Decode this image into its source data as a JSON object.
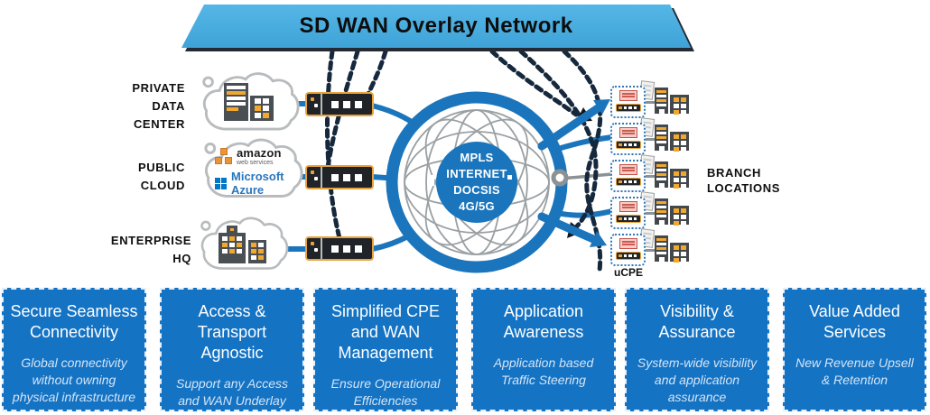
{
  "banner": {
    "title": "SD WAN Overlay Network"
  },
  "left_sites": [
    {
      "id": "private-data-center",
      "label": "PRIVATE\nDATA\nCENTER"
    },
    {
      "id": "public-cloud",
      "label": "PUBLIC\nCLOUD",
      "logos": {
        "amazon": "amazon",
        "amazon_sub": "web services",
        "azure": "Microsoft Azure"
      }
    },
    {
      "id": "enterprise-hq",
      "label": "ENTERPRISE\nHQ"
    }
  ],
  "core": {
    "transports": "MPLS\nINTERNET\nDOCSIS\n4G/5G"
  },
  "branches": {
    "label": "BRANCH\nLOCATIONS",
    "ucpe": "uCPE",
    "count": 5
  },
  "benefits": [
    {
      "title": "Secure Seamless\nConnectivity",
      "subtitle": "Global connectivity\nwithout owning\nphysical infrastructure"
    },
    {
      "title": "Access &\nTransport\nAgnostic",
      "subtitle": "Support any Access\nand WAN Underlay"
    },
    {
      "title": "Simplified CPE\nand WAN\nManagement",
      "subtitle": "Ensure Operational\nEfficiencies"
    },
    {
      "title": "Application\nAwareness",
      "subtitle": "Application based\nTraffic Steering"
    },
    {
      "title": "Visibility &\nAssurance",
      "subtitle": "System-wide visibility\nand application\nassurance"
    },
    {
      "title": "Value Added\nServices",
      "subtitle": "New Revenue Upsell\n& Retention"
    }
  ],
  "colors": {
    "banner_blue": "#45aede",
    "core_blue": "#1b75bc",
    "benefit_blue": "#1573c4",
    "device_orange": "#e8a33d",
    "chain_dark": "#16283c",
    "mesh_gray": "#9aa0a3"
  }
}
